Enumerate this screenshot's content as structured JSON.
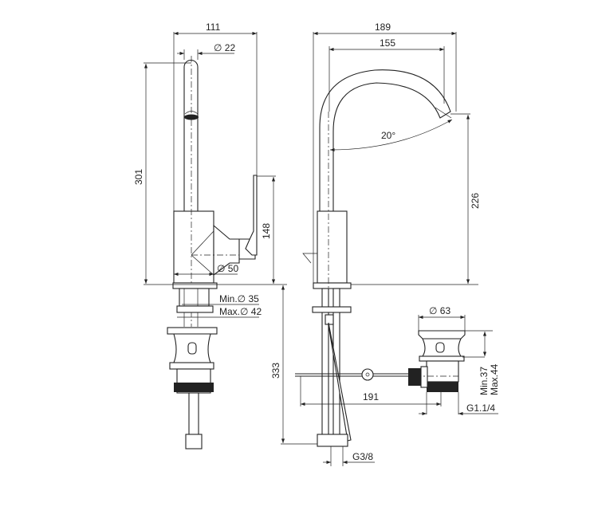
{
  "drawing": {
    "side_view": {
      "width": "111",
      "spout_diameter": "∅ 22",
      "total_height": "301",
      "lever_height": "148",
      "body_diameter": "∅ 50",
      "hole_min": "Min.∅ 35",
      "hole_max": "Max.∅ 42"
    },
    "front_view": {
      "reach_total": "189",
      "reach_spout": "155",
      "swivel_angle": "20°",
      "spout_height": "226",
      "below_deck": "333",
      "waste_diameter": "∅ 63",
      "waste_min": "Min.37",
      "waste_max": "Max.44",
      "rod_length": "191",
      "waste_thread": "G1.1/4",
      "supply_thread": "G3/8"
    }
  }
}
